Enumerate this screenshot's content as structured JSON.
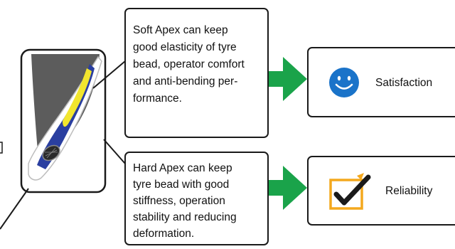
{
  "soft_apex": {
    "lines": [
      "Soft Apex can keep",
      "good elasticity of tyre",
      "bead, operator comfort",
      "and anti-bending per-",
      "formance."
    ]
  },
  "hard_apex": {
    "lines": [
      "Hard Apex can keep",
      "tyre bead with good",
      "stiffness, operation",
      "stability and reducing",
      "deformation."
    ]
  },
  "results": {
    "satisfaction": {
      "label": "Satisfaction",
      "icon": "smiley-face-icon"
    },
    "reliability": {
      "label": "Reliability",
      "icon": "checkmark-box-icon"
    }
  },
  "colors": {
    "arrow_green": "#1aa34a",
    "smiley_blue": "#1a73c9",
    "apex_yellow": "#f2e62e",
    "bead_blue": "#2a3fa0",
    "tyre_gray": "#5c5c5c",
    "check_orange": "#f4a81d"
  }
}
